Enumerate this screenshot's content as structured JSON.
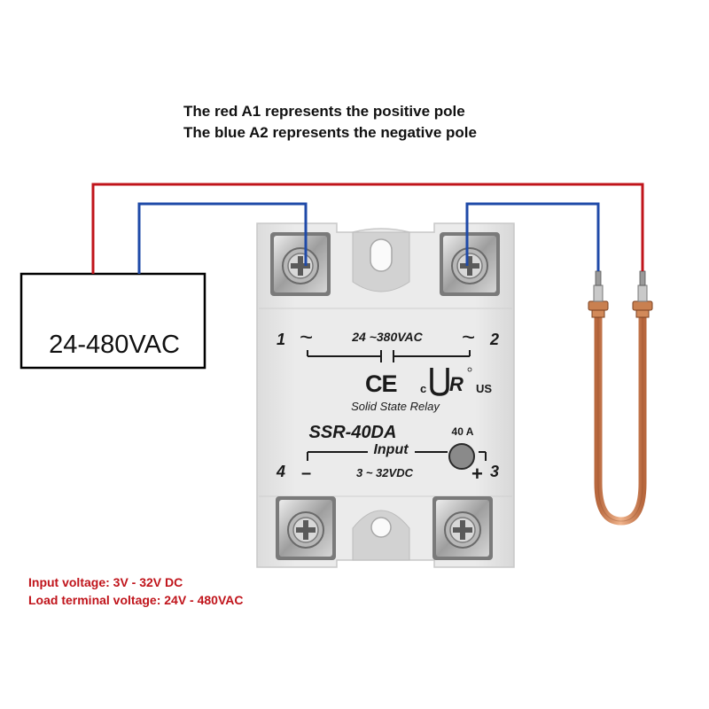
{
  "caption": {
    "line1": "The red A1 represents the positive pole",
    "line2": "The blue A2 represents the negative pole"
  },
  "source": {
    "label": "24-480VAC"
  },
  "relay": {
    "terminal_1": "1",
    "terminal_2": "2",
    "terminal_3": "3",
    "terminal_4": "4",
    "tilde": "~",
    "minus": "–",
    "plus": "+",
    "load_range": "24 ~380VAC",
    "ce_mark": "CE",
    "ur_c": "c",
    "ur_mark": "R",
    "ur_us": "US",
    "type": "Solid State Relay",
    "model": "SSR-40DA",
    "current": "40 A",
    "input_label": "Input",
    "input_range": "3 ~ 32VDC"
  },
  "specs": {
    "input_voltage": "Input voltage: 3V - 32V DC",
    "load_voltage": "Load terminal voltage: 24V - 480VAC"
  },
  "colors": {
    "positive_wire": "#c0141b",
    "negative_wire": "#1f4aa8",
    "relay_body": "#e6e6e6",
    "spec_text": "#c0141b",
    "heater": "#d68a5e"
  },
  "icons": [
    "screw-icon",
    "led-indicator-icon",
    "ce-mark-icon",
    "ur-mark-icon",
    "heater-element-icon"
  ]
}
